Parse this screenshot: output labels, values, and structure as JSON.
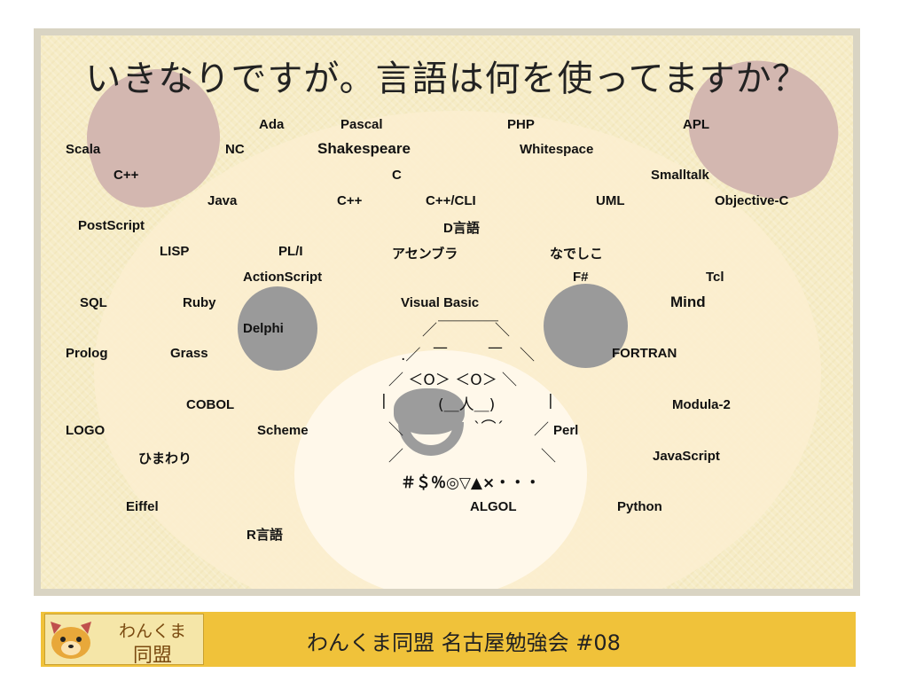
{
  "slide": {
    "title": "いきなりですが。言語は何を使ってますか？",
    "languages": {
      "ada": "Ada",
      "pascal": "Pascal",
      "php": "PHP",
      "apl": "APL",
      "scala": "Scala",
      "nc": "NC",
      "shakespeare": "Shakespeare",
      "whitespace": "Whitespace",
      "cpp1": "C++",
      "c": "C",
      "smalltalk": "Smalltalk",
      "java": "Java",
      "cpp2": "C++",
      "cppcli": "C++/CLI",
      "uml": "UML",
      "objc": "Objective-C",
      "postscript": "PostScript",
      "d": "D言語",
      "lisp": "LISP",
      "pli": "PL/I",
      "assembler": "アセンブラ",
      "nadeshiko": "なでしこ",
      "actionscript": "ActionScript",
      "fsharp": "F#",
      "tcl": "Tcl",
      "sql": "SQL",
      "ruby": "Ruby",
      "vb": "Visual Basic",
      "mind": "Mind",
      "delphi": "Delphi",
      "prolog": "Prolog",
      "grass": "Grass",
      "fortran": "FORTRAN",
      "cobol": "COBOL",
      "modula2": "Modula-2",
      "logo": "LOGO",
      "scheme": "Scheme",
      "perl": "Perl",
      "himawari": "ひまわり",
      "javascript": "JavaScript",
      "eiffel": "Eiffel",
      "algol": "ALGOL",
      "python": "Python",
      "r": "R言語"
    },
    "ascii_art": {
      "top_bar": "＿＿＿＿",
      "slash_l1": "／",
      "bslash_r1": "＼",
      "row2_l": ".／",
      "brow_l": "—",
      "brow_r": "—",
      "row2_r": "＼",
      "eyes": "／  ＜O＞  ＜O＞  ＼",
      "cheek_l": "|",
      "mouth": "(＿人＿)",
      "cheek_r": "|",
      "jaw_l": "＼",
      "jaw_mid": "`⌒´",
      "jaw_r": "／",
      "chin_l": "／",
      "chin_r": "＼",
      "swear": "＃＄％◎▽▲×・・・"
    }
  },
  "footer": {
    "logo_line1": "わんくま",
    "logo_line2": "同盟",
    "title": "わんくま同盟 名古屋勉強会 #08"
  }
}
